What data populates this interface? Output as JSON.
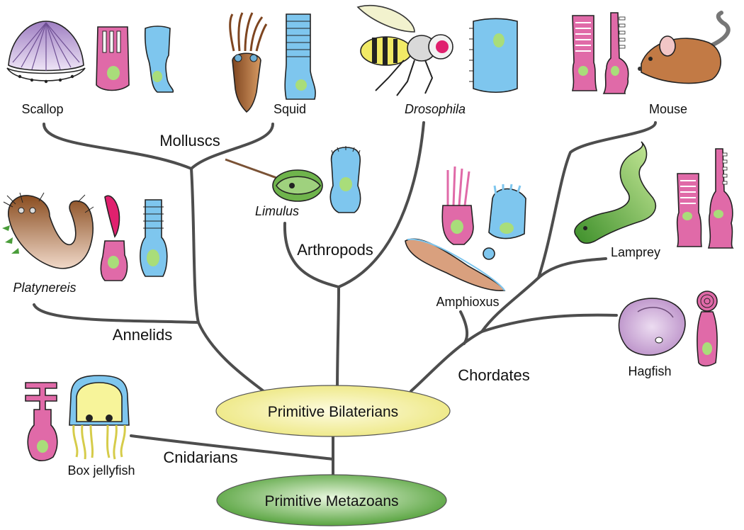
{
  "diagram": {
    "nodes": {
      "bilaterians": "Primitive Bilaterians",
      "metazoans": "Primitive Metazoans"
    },
    "groups": {
      "molluscs": "Molluscs",
      "arthropods": "Arthropods",
      "annelids": "Annelids",
      "chordates": "Chordates",
      "cnidarians": "Cnidarians"
    },
    "species": {
      "scallop": "Scallop",
      "squid": "Squid",
      "drosophila": "Drosophila",
      "mouse": "Mouse",
      "limulus": "Limulus",
      "platynereis": "Platynereis",
      "amphioxus": "Amphioxus",
      "lamprey": "Lamprey",
      "hagfish": "Hagfish",
      "box_jellyfish": "Box jellyfish"
    },
    "colors": {
      "ciliary_cell": "#e06aa8",
      "rhabdomeric_cell": "#7ec6ee",
      "nucleus": "#a9dd7a",
      "bilaterian_node": "#f7f2a8",
      "metazoan_node": "#55a83a",
      "branch": "#4d4d4d"
    }
  }
}
